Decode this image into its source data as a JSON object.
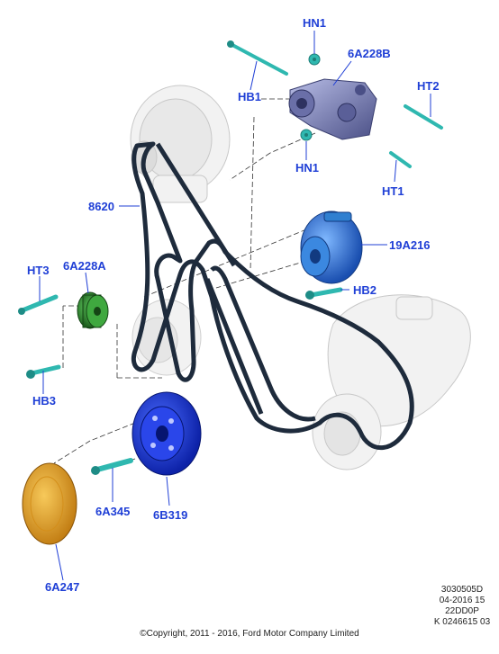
{
  "colors": {
    "callout": "#1f3fd6",
    "belt": "#1e2b3c",
    "tensioner": "#7a7fb8",
    "idler": "#2e8b2e",
    "pump_pulley": "#2f7fd0",
    "crank_pulley": "#1f3fe0",
    "damper_cover": "#e4a21c",
    "fastener": "#2fb8b0",
    "ghost_part": "#d9d9d9"
  },
  "callouts": {
    "hn1_top": "HN1",
    "a6228b": "6A228B",
    "hb1": "HB1",
    "ht2": "HT2",
    "hn1_bottom": "HN1",
    "ht1": "HT1",
    "belt_8620": "8620",
    "a19216": "19A216",
    "hb2": "HB2",
    "ht3": "HT3",
    "a6228a": "6A228A",
    "hb3": "HB3",
    "a6345": "6A345",
    "b6319": "6B319",
    "a6247": "6A247"
  },
  "meta": {
    "code1": "3030505D",
    "code2": "04-2016 15",
    "code3": "22DD0P",
    "code4": "K 0246615 03"
  },
  "copyright": "©Copyright, 2011 - 2016, Ford Motor Company Limited"
}
